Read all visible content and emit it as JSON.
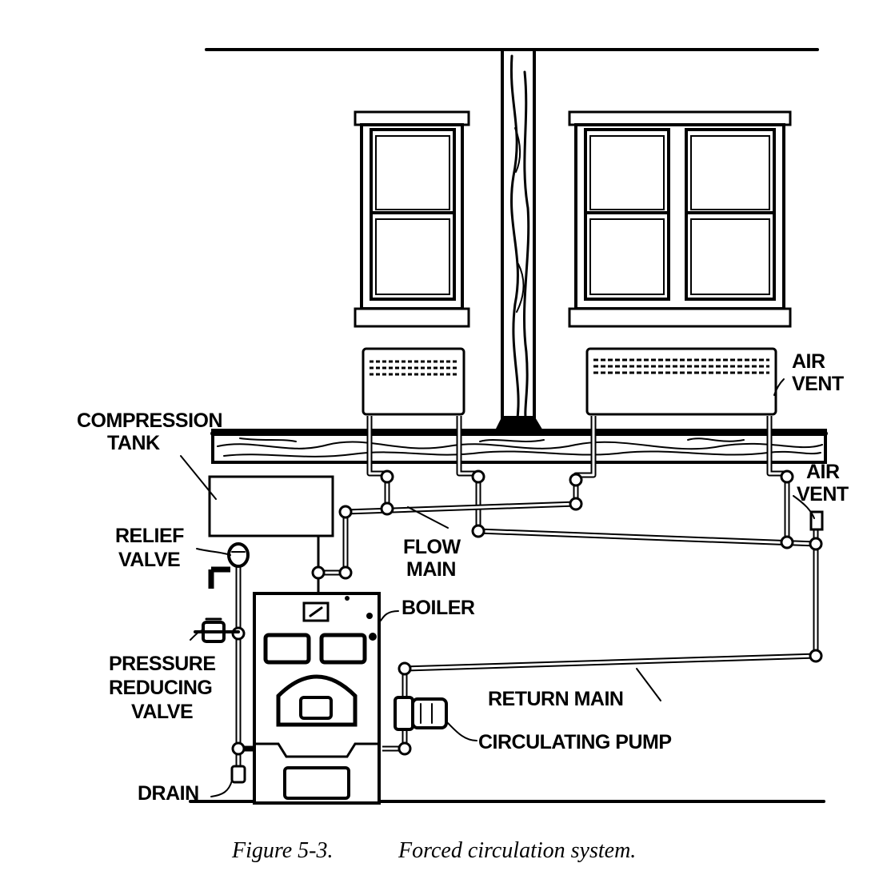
{
  "labels": {
    "compression_tank_1": "COMPRESSION",
    "compression_tank_2": "TANK",
    "relief_valve_1": "RELIEF",
    "relief_valve_2": "VALVE",
    "pressure_reducing_1": "PRESSURE",
    "pressure_reducing_2": "REDUCING",
    "pressure_reducing_3": "VALVE",
    "drain": "DRAIN",
    "flow_main_1": "FLOW",
    "flow_main_2": "MAIN",
    "boiler": "BOILER",
    "air_vent_top_1": "AIR",
    "air_vent_top_2": "VENT",
    "air_vent_right_1": "AIR",
    "air_vent_right_2": "VENT",
    "return_main": "RETURN MAIN",
    "circulating_pump": "CIRCULATING PUMP"
  },
  "caption": {
    "number": "Figure 5-3.",
    "title": "Forced circulation system."
  }
}
